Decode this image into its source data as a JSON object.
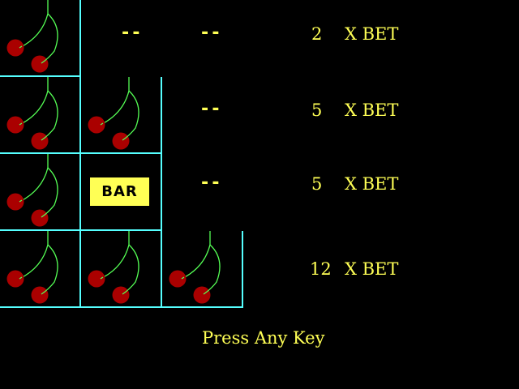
{
  "paytable": [
    {
      "symbols": [
        "cherry",
        "--",
        "--"
      ],
      "payout": "2",
      "label": "X BET"
    },
    {
      "symbols": [
        "cherry",
        "cherry",
        "--"
      ],
      "payout": "5",
      "label": "X BET"
    },
    {
      "symbols": [
        "cherry",
        "BAR",
        "--"
      ],
      "payout": "5",
      "label": "X BET"
    },
    {
      "symbols": [
        "cherry",
        "cherry",
        "cherry"
      ],
      "payout": "12",
      "label": "X BET"
    }
  ],
  "prompt": "Press Any Key",
  "colors": {
    "text": "#ffff55",
    "border": "#55ffff",
    "cherry": "#aa0000",
    "stem": "#55ff55"
  }
}
